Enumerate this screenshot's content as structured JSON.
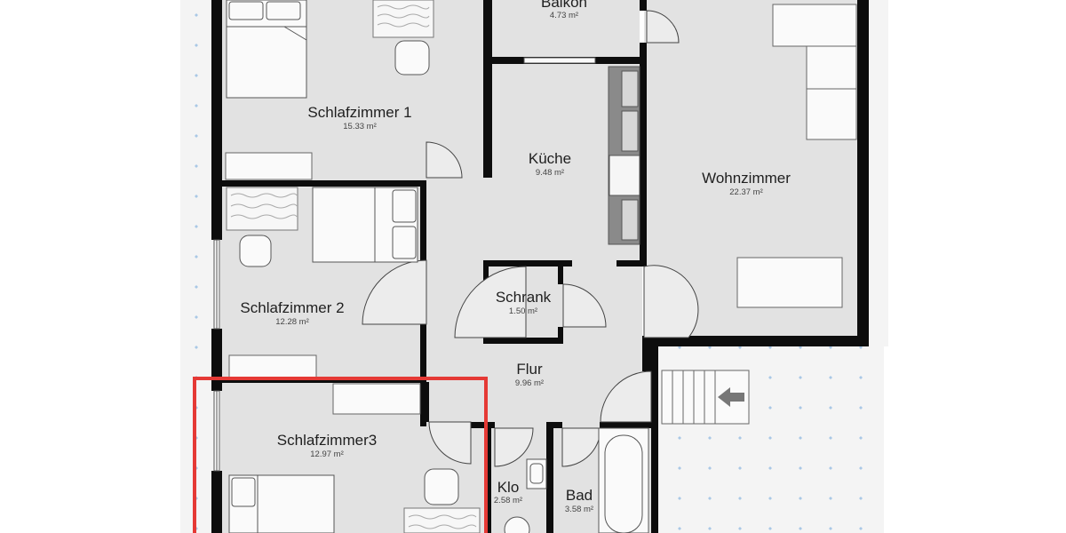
{
  "floorplan": {
    "rooms": [
      {
        "id": "schlafzimmer-1",
        "name": "Schlafzimmer 1",
        "area": "15.33 m²"
      },
      {
        "id": "balkon",
        "name": "Balkon",
        "area": "4.73 m²"
      },
      {
        "id": "kueche",
        "name": "Küche",
        "area": "9.48 m²"
      },
      {
        "id": "wohnzimmer",
        "name": "Wohnzimmer",
        "area": "22.37 m²"
      },
      {
        "id": "schlafzimmer-2",
        "name": "Schlafzimmer 2",
        "area": "12.28 m²"
      },
      {
        "id": "schrank",
        "name": "Schrank",
        "area": "1.50 m²"
      },
      {
        "id": "flur",
        "name": "Flur",
        "area": "9.96 m²"
      },
      {
        "id": "schlafzimmer-3",
        "name": "Schlafzimmer3",
        "area": "12.97 m²"
      },
      {
        "id": "klo",
        "name": "Klo",
        "area": "2.58 m²"
      },
      {
        "id": "bad",
        "name": "Bad",
        "area": "3.58 m²"
      }
    ],
    "highlight": {
      "room": "schlafzimmer-3",
      "color": "#e53935"
    },
    "colors": {
      "floor": "#e2e2e2",
      "wall": "#0d0d0d",
      "terrace": "#f3f3f3",
      "stair_arrow": "#777777"
    },
    "icons": [
      "bed-icon",
      "desk-icon",
      "chair-icon",
      "sofa-icon",
      "armchair-icon",
      "table-icon",
      "stove-icon",
      "toilet-icon",
      "sink-icon",
      "bathtub-icon",
      "wardrobe-icon",
      "window-icon",
      "door-icon",
      "stairs-icon",
      "arrow-left-icon"
    ]
  }
}
